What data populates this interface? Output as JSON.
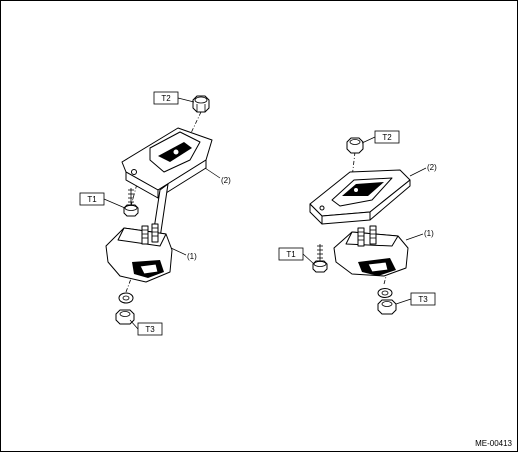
{
  "diagram": {
    "torque_labels": {
      "t1": "T1",
      "t2": "T2",
      "t3": "T3"
    },
    "part_labels": {
      "mount": "(1)",
      "bracket": "(2)"
    },
    "figure_code": "ME-00413"
  }
}
